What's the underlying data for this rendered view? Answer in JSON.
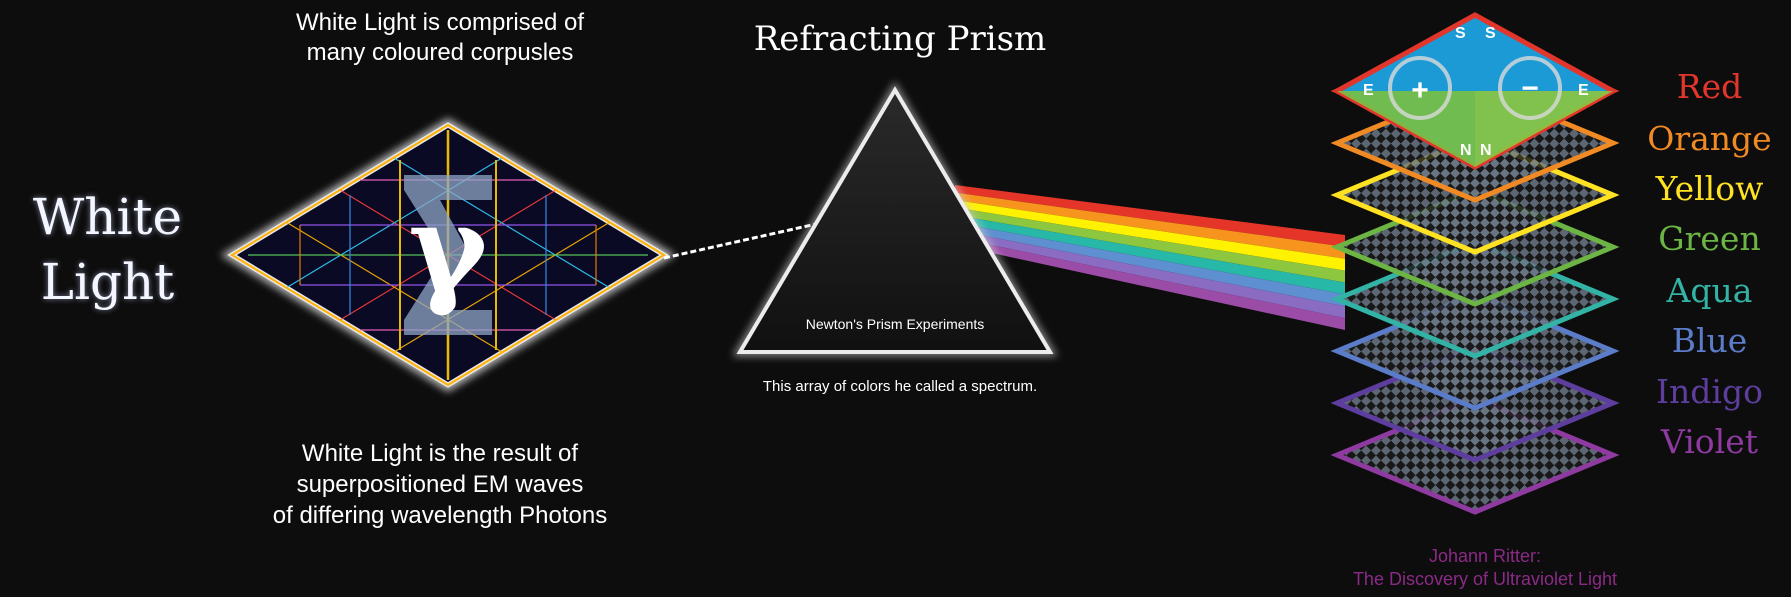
{
  "left": {
    "title_line1": "White",
    "title_line2": "Light",
    "top_caption_line1": "White Light is comprised of",
    "top_caption_line2": "many coloured corpusles",
    "bottom_caption_line1": "White Light is the result of",
    "bottom_caption_line2": "superpositioned EM waves",
    "bottom_caption_line3": "of differing wavelength Photons",
    "symbol": "γ"
  },
  "prism": {
    "title": "Refracting Prism",
    "inner_label": "Newton's Prism Experiments",
    "subcaption": "This array of colors he called a spectrum."
  },
  "right": {
    "top_cut_text": "",
    "compass": {
      "s": "S",
      "n": "N",
      "e": "E",
      "plus": "+",
      "minus": "−"
    },
    "labels": [
      {
        "text": "Red",
        "color": "#e2362c"
      },
      {
        "text": "Orange",
        "color": "#f08a24"
      },
      {
        "text": "Yellow",
        "color": "#ffe221"
      },
      {
        "text": "Green",
        "color": "#6cb545"
      },
      {
        "text": "Aqua",
        "color": "#32b3a6"
      },
      {
        "text": "Blue",
        "color": "#5b7cc9"
      },
      {
        "text": "Indigo",
        "color": "#5d3e9e"
      },
      {
        "text": "Violet",
        "color": "#8e3aa0"
      }
    ],
    "ritter_line1": "Johann Ritter:",
    "ritter_line2": "The Discovery of Ultraviolet Light"
  },
  "spectrum_colors": [
    "#e53528",
    "#f7941d",
    "#fff200",
    "#8dc63f",
    "#27b8a8",
    "#5e8fd0",
    "#8a6cc2",
    "#9b4ca6"
  ]
}
